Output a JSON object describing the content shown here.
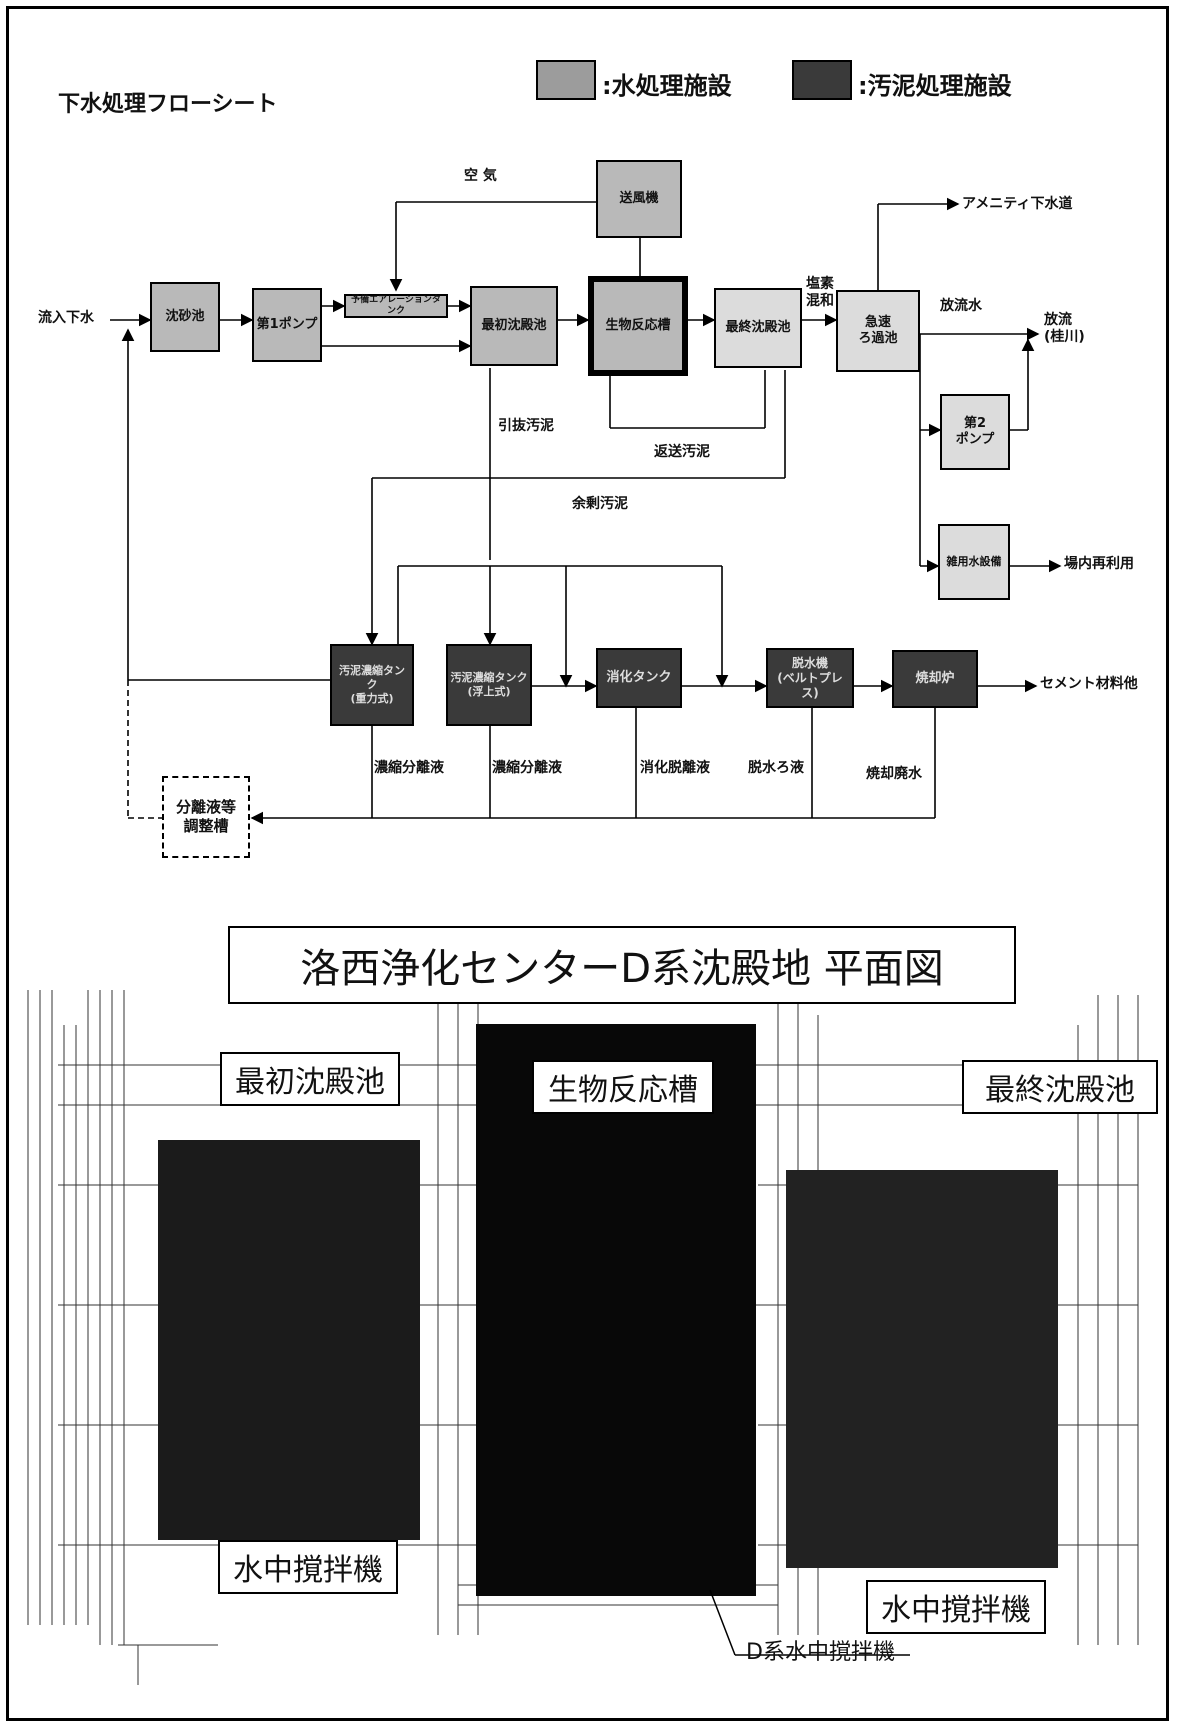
{
  "flow_title": "下水処理フローシート",
  "legend": [
    {
      "label": ":水処理施設",
      "color": "#9c9c9c"
    },
    {
      "label": ":汚泥処理施設",
      "color": "#3a3a3a"
    }
  ],
  "nodes": {
    "chinsachi": "沈砂池",
    "pump1": "第1ポンプ",
    "yobi": "予備エアレーションタンク",
    "saisho": "最初沈殿池",
    "blower": "送風機",
    "seibutsu": "生物反応槽",
    "saishu": "最終沈殿池",
    "kyusoku": "急速\nろ過池",
    "pump2": "第2\nポンプ",
    "zatsuyo": "雑用水設備",
    "noshuku1": "汚泥濃縮タンク\n(重力式)",
    "noshuku2": "汚泥濃縮タンク\n(浮上式)",
    "shoka": "消化タンク",
    "dassui": "脱水機\n(ベルトプレス)",
    "shokyaku": "焼却炉",
    "bunri": "分離液等\n調整槽"
  },
  "flow_labels": {
    "inflow": "流入下水",
    "air": "空 気",
    "amenity": "アメニティ下水道",
    "houryuusui": "放流水",
    "houryuu": "放流\n(桂川)",
    "chlorine": "塩素\n混和",
    "hikinuki": "引抜汚泥",
    "hensou": "返送汚泥",
    "yojo": "余剰汚泥",
    "jounai": "場内再利用",
    "cement": "セメント材料他",
    "noshuku_bunri_1": "濃縮分離液",
    "noshuku_bunri_2": "濃縮分離液",
    "shoka_datsuri": "消化脱離液",
    "dassui_rousui": "脱水ろ液",
    "shokyaku_haisui": "焼却廃水"
  },
  "plan": {
    "title": "洛西浄化センターD系沈殿地 平面図",
    "left_tank": "最初沈殿池",
    "center_tank": "生物反応槽",
    "right_tank": "最終沈殿池",
    "mixer_left": "水中撹拌機",
    "mixer_right": "水中撹拌機",
    "d_mixer": "D系水中撹拌機"
  }
}
